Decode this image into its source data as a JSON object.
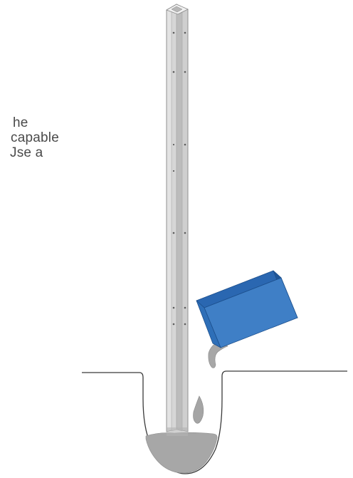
{
  "caption": {
    "line1": "he",
    "line2": "capable",
    "line3": "Jse a"
  },
  "colors": {
    "post_light": "#e3e3e3",
    "post_mid": "#cfcfcf",
    "post_dark": "#b3b3b3",
    "post_outline": "#8c8c8c",
    "concrete": "#a7a7a7",
    "box_front": "#3f7fc6",
    "box_top": "#2a67b1",
    "box_side": "#1f5698",
    "ground_line": "#3a3a3a"
  },
  "icons": {
    "post": "fence-post-icon",
    "box": "concrete-bag-icon"
  }
}
